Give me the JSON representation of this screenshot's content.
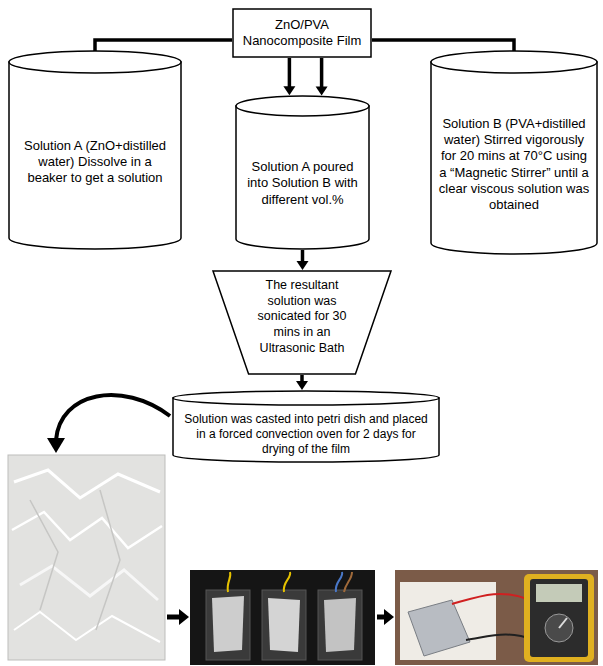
{
  "diagram": {
    "nodes": [
      {
        "text": [
          "ZnO/PVA Nanocomposite Film"
        ]
      },
      {
        "text": [
          "Solution A (ZnO+distilled water) Dissolve in a beaker to get a solution"
        ]
      },
      {
        "text": [
          "Solution A poured into Solution B with different vol.%"
        ]
      },
      {
        "text": [
          "Solution B (PVA+distilled water) Stirred vigorously for 20 mins at 70°C using a “Magnetic Stirrer” until a clear viscous solution was obtained"
        ]
      },
      {
        "text": [
          "The resultant solution was sonicated for 30 mins in an Ultrasonic Bath"
        ]
      },
      {
        "text": [
          "Solution was casted into petri dish and placed in a forced convection oven for 2 days for drying of the film"
        ]
      }
    ],
    "edges": [
      {
        "from": 1,
        "to": 0,
        "arrow": "none"
      },
      {
        "from": 3,
        "to": 0,
        "arrow": "none"
      },
      {
        "from": 0,
        "to": 2,
        "arrow": "to"
      },
      {
        "from": 0,
        "to": 2,
        "arrow": "to"
      },
      {
        "from": 2,
        "to": 4,
        "arrow": "to"
      },
      {
        "from": 4,
        "to": 5,
        "arrow": "to"
      }
    ]
  }
}
